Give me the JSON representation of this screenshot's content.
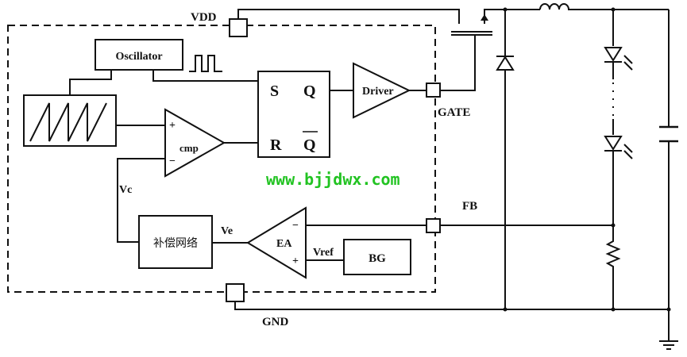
{
  "diagram": {
    "pins": {
      "vdd": "VDD",
      "gate": "GATE",
      "fb": "FB",
      "gnd": "GND"
    },
    "blocks": {
      "oscillator": "Oscillator",
      "driver": "Driver",
      "comparator": "cmp",
      "error_amp": "EA",
      "bandgap": "BG",
      "compensation": "补偿网络"
    },
    "latch": {
      "s": "S",
      "r": "R",
      "q": "Q",
      "q_bar": "Q"
    },
    "signals": {
      "vc": "Vc",
      "ve": "Ve",
      "vref": "Vref",
      "plus": "+",
      "minus": "−"
    },
    "watermark": "www.bjjdwx.com",
    "watermark_color": "#22c322"
  }
}
